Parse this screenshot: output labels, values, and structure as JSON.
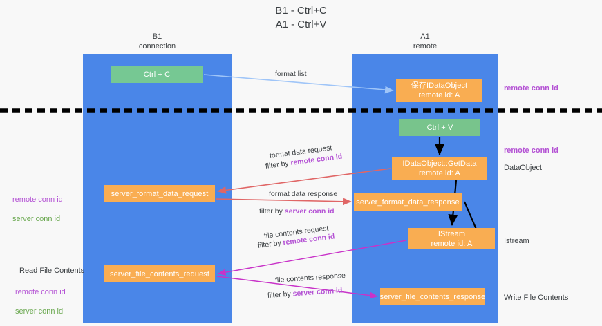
{
  "title": "B1 - Ctrl+C\nA1 - Ctrl+V",
  "lanes": {
    "left": {
      "name": "B1",
      "sub": "connection",
      "label": "B1\nconnection",
      "color": "#4a86e8"
    },
    "right": {
      "name": "A1",
      "sub": "remote",
      "label": "A1\nremote",
      "color": "#4a86e8"
    }
  },
  "colors": {
    "lane": "#4a86e8",
    "green_box": "#76c893",
    "orange_box": "#f9ad52",
    "purple_text": "#b452d4",
    "green_text": "#6aa84f",
    "blue_arrow": "#9fc5f8",
    "red_arrow": "#e06666",
    "magenta_arrow": "#c832c8",
    "black_arrow": "#000000",
    "background": "#f8f8f8"
  },
  "nodes": {
    "ctrl_c": "Ctrl + C",
    "data_object": "保存IDataObject\nremote id: A",
    "ctrl_v": "Ctrl + V",
    "get_data": "IDataObject::GetData\nremote id: A",
    "server_format_data_request": "server_format_data_request",
    "server_format_data_response": "server_format_data_response",
    "istream": "IStream\nremote id: A",
    "server_file_contents_request": "server_file_contents_request",
    "server_file_contents_response": "server_file_contents_response"
  },
  "edges": {
    "format_list": "format list",
    "format_data_request": "format data request",
    "format_data_request_filter_prefix": "filter by ",
    "format_data_request_filter_key": "remote conn id",
    "format_data_response": "format data response",
    "format_data_response_filter_prefix": "filter by ",
    "format_data_response_filter_key": "server conn id",
    "file_contents_request": "file contents request",
    "file_contents_request_filter_prefix": "filter by ",
    "file_contents_request_filter_key": "remote conn id",
    "file_contents_response": "file contents response",
    "file_contents_response_filter_prefix": "filter by ",
    "file_contents_response_filter_key": "server conn id"
  },
  "annotations": {
    "remote_conn_id_top": "remote conn id",
    "remote_conn_id_mid": "remote conn id",
    "data_object": "DataObject",
    "istream": "Istream",
    "write_file_contents": "Write File Contents",
    "read_file_contents": "Read File Contents",
    "left_remote_conn_id": "remote conn id",
    "left_server_conn_id": "server conn id",
    "left_remote_conn_id_2": "remote conn id",
    "left_server_conn_id_2": "server conn id"
  }
}
